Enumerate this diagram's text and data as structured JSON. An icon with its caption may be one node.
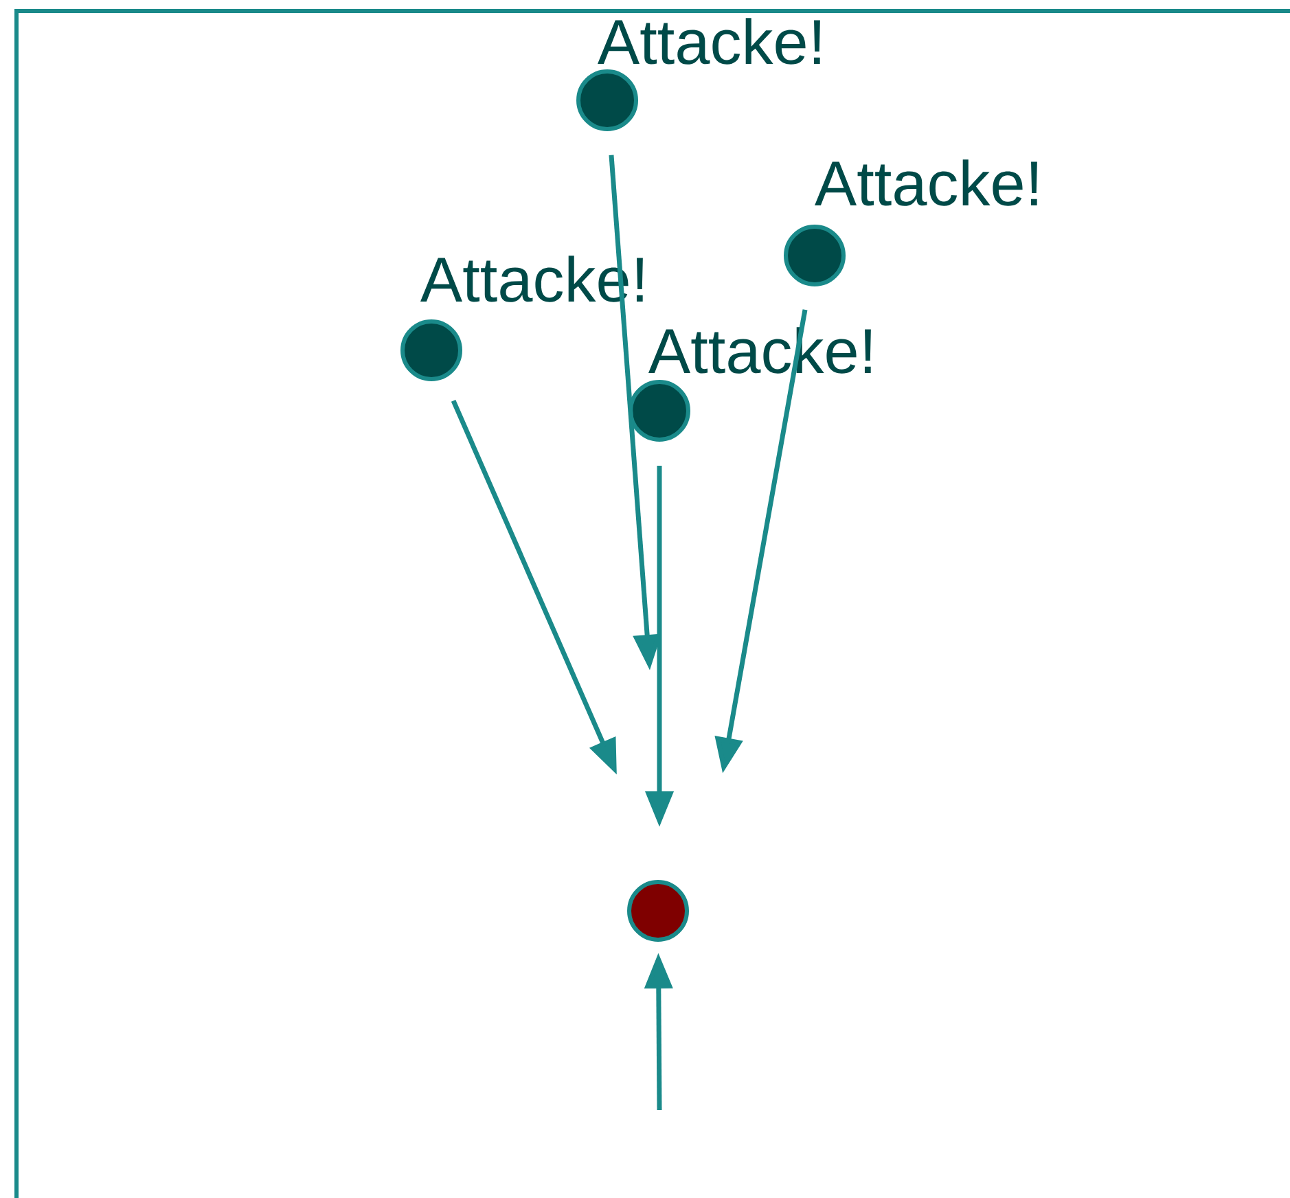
{
  "diagram": {
    "nodes": [
      {
        "text": [
          "Attacke!"
        ]
      },
      {
        "text": [
          "Attacke!"
        ]
      },
      {
        "text": [
          "Attacke!"
        ]
      },
      {
        "text": [
          "Attacke!"
        ]
      },
      {
        "text": [],
        "shape": "circle"
      }
    ],
    "edges": [
      {
        "from": 0,
        "to": null,
        "arrow": "to"
      },
      {
        "from": 1,
        "to": null,
        "arrow": "to"
      },
      {
        "from": 2,
        "to": null,
        "arrow": "to"
      },
      {
        "from": 3,
        "to": null,
        "arrow": "to"
      },
      {
        "from": null,
        "to": 4,
        "arrow": "to"
      }
    ]
  }
}
